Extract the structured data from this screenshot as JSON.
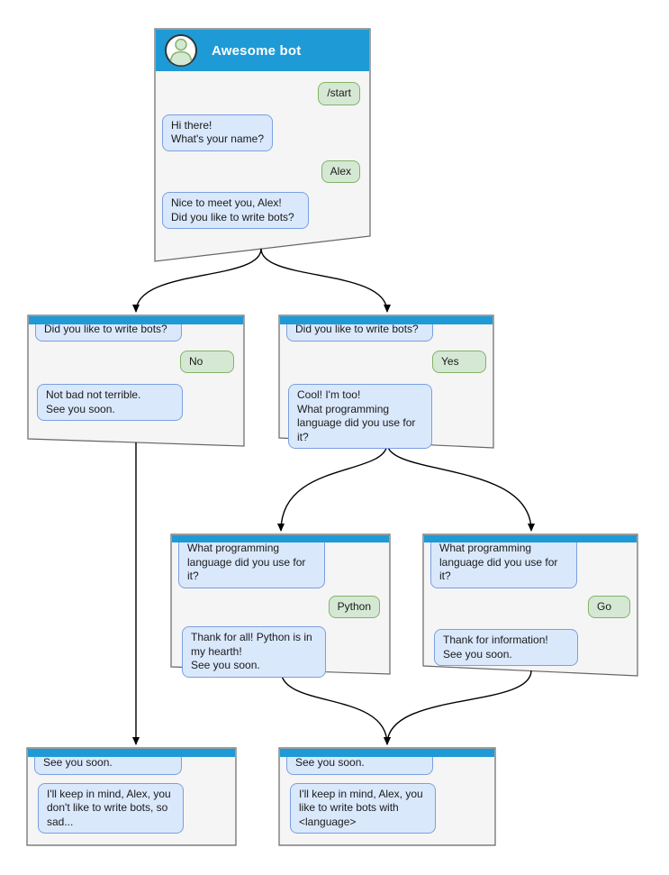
{
  "colors": {
    "header_blue": "#1e9ad6",
    "window_fill": "#f5f5f5",
    "window_border": "#666666",
    "bot_fill": "#dae8fc",
    "bot_border": "#7a9fe0",
    "user_fill": "#d5e8d4",
    "user_border": "#82b366",
    "arrow": "#000000",
    "title": "#ffffff"
  },
  "root": {
    "title": "Awesome bot",
    "avatar_icon": "person-icon",
    "messages": [
      {
        "side": "user",
        "text": "/start"
      },
      {
        "side": "bot",
        "text": "Hi there!\nWhat's your name?"
      },
      {
        "side": "user",
        "text": "Alex"
      },
      {
        "side": "bot",
        "text": "Nice to meet you, Alex!\nDid you like to write bots?"
      }
    ]
  },
  "no_branch": {
    "messages": [
      {
        "side": "bot",
        "text": "Did you like to write bots?"
      },
      {
        "side": "user",
        "text": "No"
      },
      {
        "side": "bot",
        "text": "Not bad not terrible.\nSee you soon."
      }
    ]
  },
  "yes_branch": {
    "messages": [
      {
        "side": "bot",
        "text": "Did you like to write bots?"
      },
      {
        "side": "user",
        "text": "Yes"
      },
      {
        "side": "bot",
        "text": "Cool! I'm too!\nWhat programming\nlanguage did you use for it?"
      }
    ]
  },
  "python_branch": {
    "messages": [
      {
        "side": "bot",
        "text": "What programming\nlanguage did you use for it?"
      },
      {
        "side": "user",
        "text": "Python"
      },
      {
        "side": "bot",
        "text": "Thank for all! Python is in\nmy hearth!\nSee you soon."
      }
    ]
  },
  "go_branch": {
    "messages": [
      {
        "side": "bot",
        "text": "What programming\nlanguage did you use for it?"
      },
      {
        "side": "user",
        "text": "Go"
      },
      {
        "side": "bot",
        "text": "Thank for information!\nSee you soon."
      }
    ]
  },
  "end_no": {
    "messages": [
      {
        "side": "bot",
        "text": "See you soon."
      },
      {
        "side": "bot",
        "text": "I'll keep in mind, Alex, you\ndon't like to write bots, so\nsad..."
      }
    ]
  },
  "end_yes": {
    "messages": [
      {
        "side": "bot",
        "text": "See you soon."
      },
      {
        "side": "bot",
        "text": "I'll keep in mind, Alex, you\nlike to write bots with\n<language>"
      }
    ]
  }
}
